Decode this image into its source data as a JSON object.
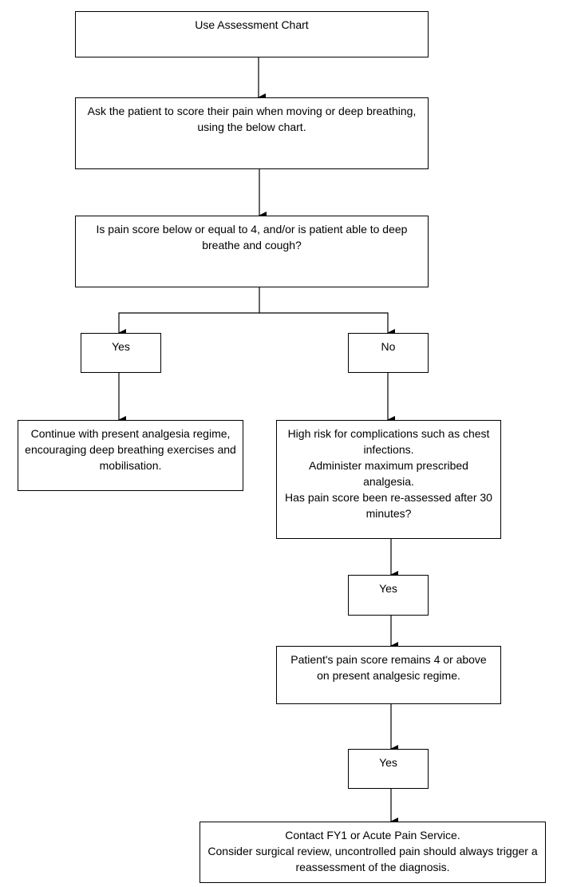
{
  "flowchart": {
    "start": "Use Assessment Chart",
    "ask": "Ask the patient to score their pain when moving or deep breathing, using the below chart.",
    "question": "Is pain score below or equal to 4, and/or is patient able to deep breathe and cough?",
    "yes_label": "Yes",
    "no_label": "No",
    "continue": "Continue with present analgesia regime, encouraging deep breathing exercises and mobilisation.",
    "high_risk": "High risk for complications such as chest infections.\nAdminister maximum prescribed analgesia.\nHas pain score been re-assessed after 30 minutes?",
    "yes_label_2": "Yes",
    "remains": "Patient's pain score remains 4 or above on present analgesic regime.",
    "yes_label_3": "Yes",
    "contact": "Contact FY1 or Acute Pain Service.\nConsider surgical review, uncontrolled pain should always trigger a reassessment of the diagnosis."
  }
}
